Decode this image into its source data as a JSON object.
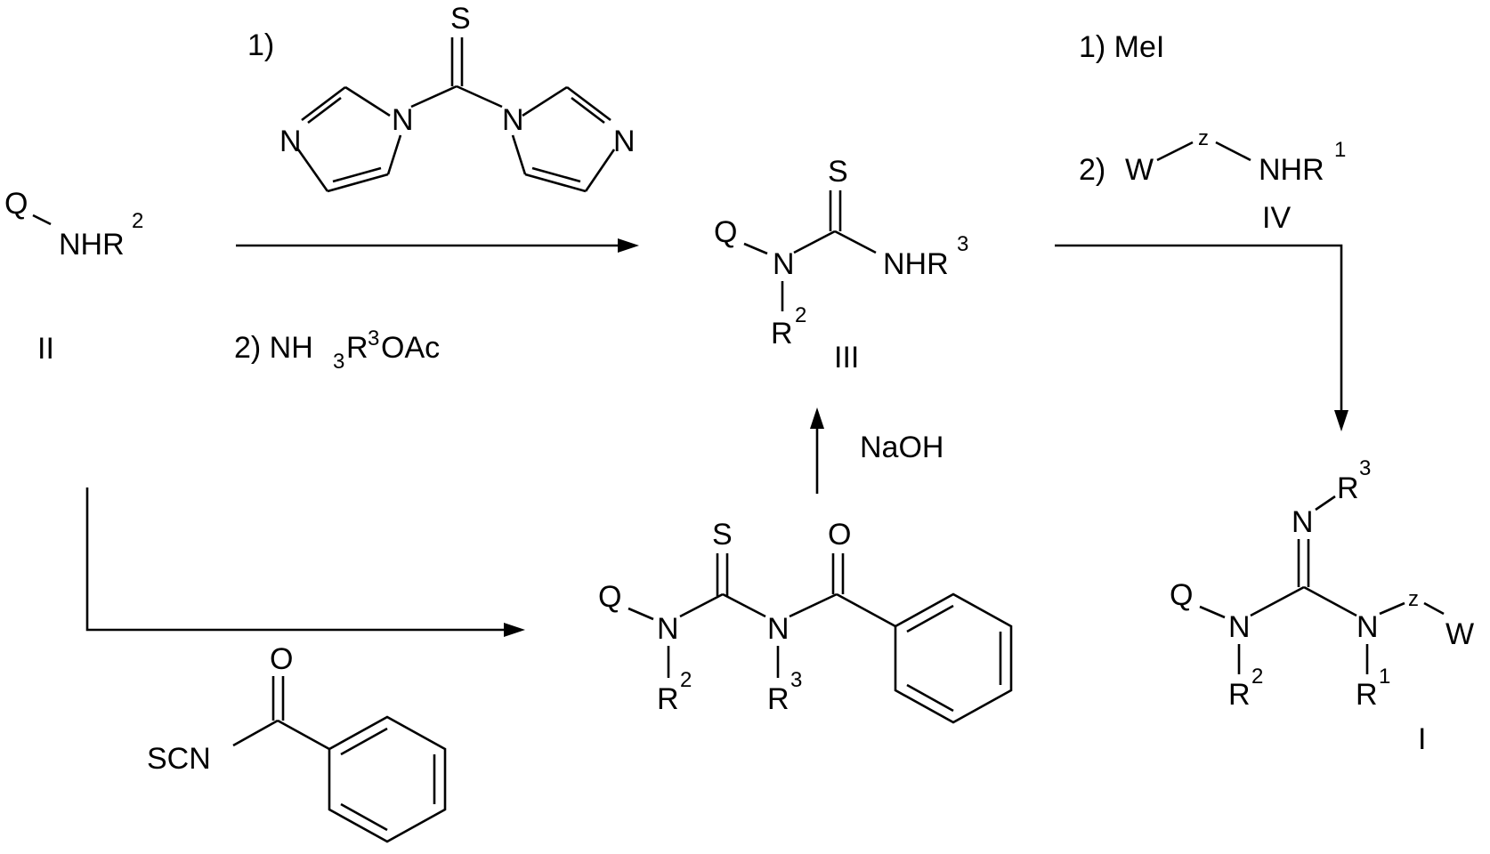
{
  "compounds": {
    "II": {
      "id": "II",
      "group_q": "Q",
      "amine": "NHR",
      "sup": "2"
    },
    "III": {
      "id": "III",
      "atom_s": "S",
      "group_q": "Q",
      "atom_n": "N",
      "amine": "NHR",
      "amine_sup": "3",
      "subst": "R",
      "subst_sup": "2"
    },
    "IV": {
      "id": "IV",
      "group_w": "W",
      "group_z": "z",
      "amine": "NHR",
      "sup": "1"
    },
    "benzoyl_thiourea": {
      "atom_s": "S",
      "atom_o": "O",
      "group_q": "Q",
      "atom_n1": "N",
      "atom_n2": "N",
      "subst1": "R",
      "subst1_sup": "2",
      "subst2": "R",
      "subst2_sup": "3"
    },
    "I": {
      "id": "I",
      "atom_n_imine": "N",
      "imine_subst": "R",
      "imine_sup": "3",
      "group_q": "Q",
      "atom_n1": "N",
      "atom_n2": "N",
      "group_z": "z",
      "group_w": "W",
      "subst1": "R",
      "subst1_sup": "2",
      "subst2": "R",
      "subst2_sup": "1"
    }
  },
  "reagents": {
    "route_a": {
      "step1_label": "1)",
      "tcdi": {
        "atom_s": "S",
        "n_left_1": "N",
        "n_left_3": "N",
        "n_right_1": "N",
        "n_right_3": "N"
      },
      "step2_label": "2) NH",
      "step2_sub": "3",
      "step2_r": "R",
      "step2_sup": "3",
      "step2_tail": "OAc"
    },
    "route_b": {
      "reagent": "SCN",
      "atom_o": "O"
    },
    "hydrolysis": {
      "reagent": "NaOH"
    },
    "route_c": {
      "step1": "1) MeI",
      "step2_label": "2)"
    }
  }
}
